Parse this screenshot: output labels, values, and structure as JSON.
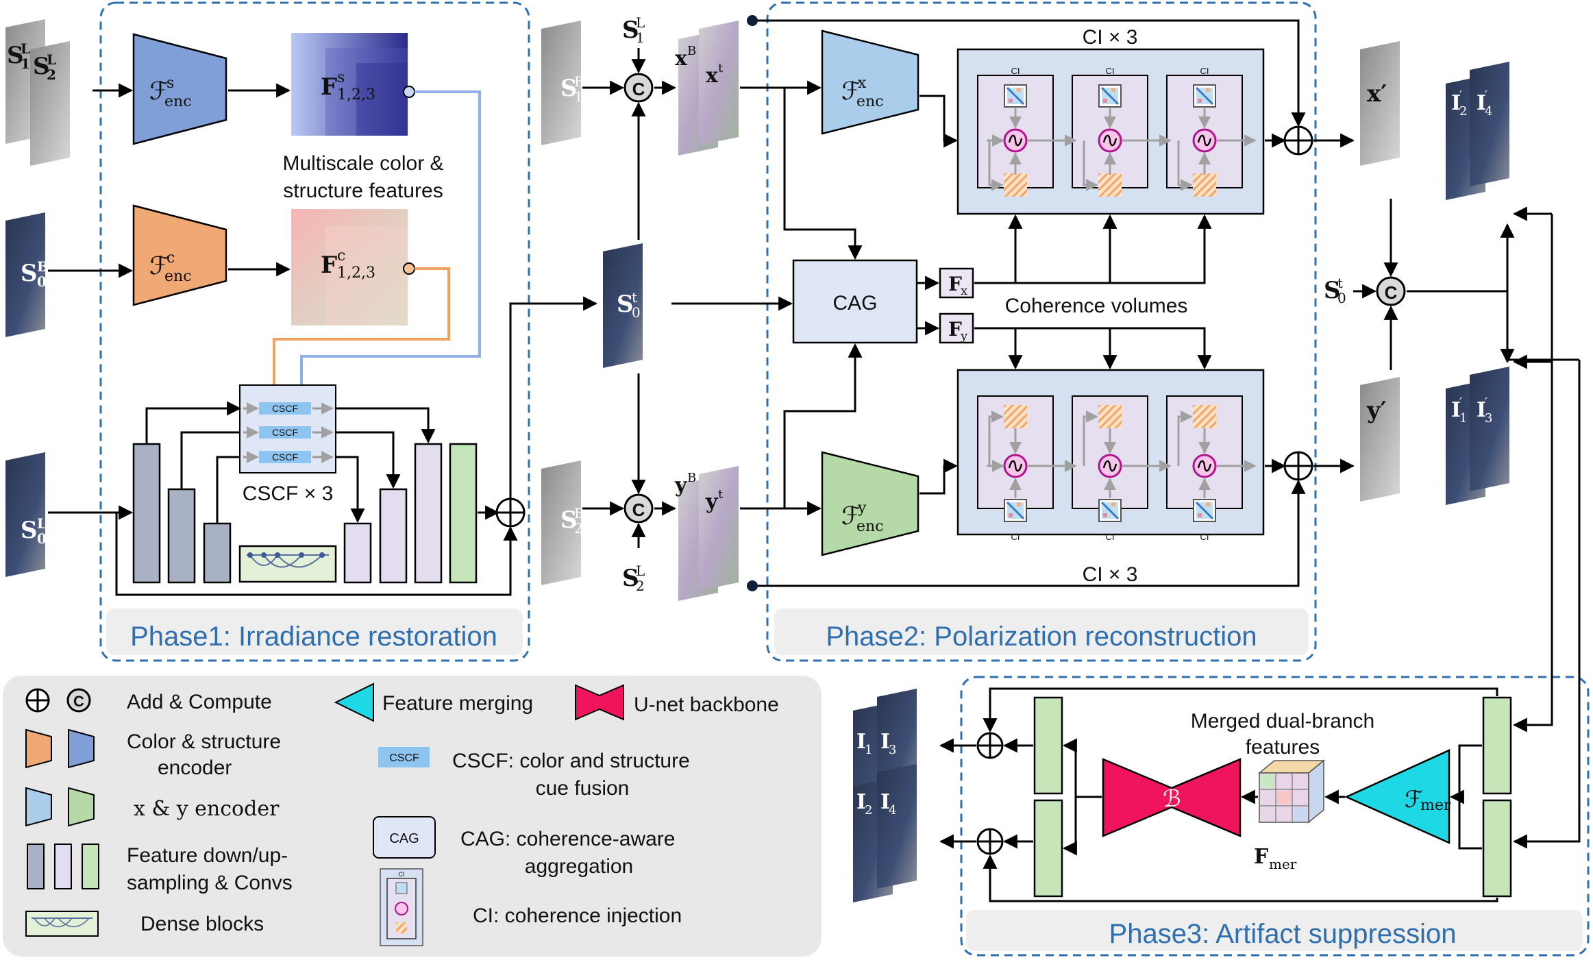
{
  "phases": {
    "p1": "Phase1: Irradiance restoration",
    "p2": "Phase2: Polarization reconstruction",
    "p3": "Phase3: Artifact suppression"
  },
  "labels": {
    "ms_features": "Multiscale color &",
    "ms_features2": "structure features",
    "cscf_block": "CSCF",
    "cscf_x3": "CSCF × 3",
    "ci_x3": "CI × 3",
    "ci": "CI",
    "cag": "CAG",
    "coherence_volumes": "Coherence volumes",
    "merged1": "Merged dual-branch",
    "merged2": "features"
  },
  "math": {
    "S1L": "S",
    "S2L": "S",
    "S0B": "S",
    "S0L": "S",
    "enc_s": "ℱ",
    "enc_c": "ℱ",
    "enc_x": "ℱ",
    "enc_y": "ℱ",
    "F123s": "F",
    "F123c": "F",
    "Fx": "F",
    "Fy": "F",
    "mer": "ℱ",
    "Fmer": "F",
    "B": "ℬ",
    "xB": "x",
    "xt": "x",
    "yB": "y",
    "yt": "y",
    "xp": "x′",
    "yp": "y′",
    "S0t": "S",
    "I1": "I",
    "I2": "I",
    "I3": "I",
    "I4": "I"
  },
  "legend": {
    "add_compute": "Add & Compute",
    "color_struct": "Color & structure",
    "encoder": "encoder",
    "xy_encoder": "x & y encoder",
    "feat1": "Feature down/up-",
    "feat2": "sampling & Convs",
    "dense": "Dense blocks",
    "merging": "Feature merging",
    "unet": "U-net backbone",
    "cscf_icon": "CSCF",
    "cscf1": "CSCF: color and structure",
    "cscf2": "cue fusion",
    "cag_icon": "CAG",
    "cag1": "CAG: coherence-aware",
    "cag2": "aggregation",
    "ci_desc": "CI: coherence injection"
  },
  "colors": {
    "phase_border": "#2f6fb0",
    "enc_s": "#7f9fd6",
    "enc_c": "#f0a875",
    "enc_x": "#a9cdea",
    "enc_y": "#b5d9a7",
    "green_block": "#c6e5b8",
    "grey_block": "#a8b2c4",
    "lavender_block": "#e3ddef",
    "ci_frame": "#d5e1f1",
    "unet": "#f0145c",
    "merge": "#1fd8e6"
  }
}
